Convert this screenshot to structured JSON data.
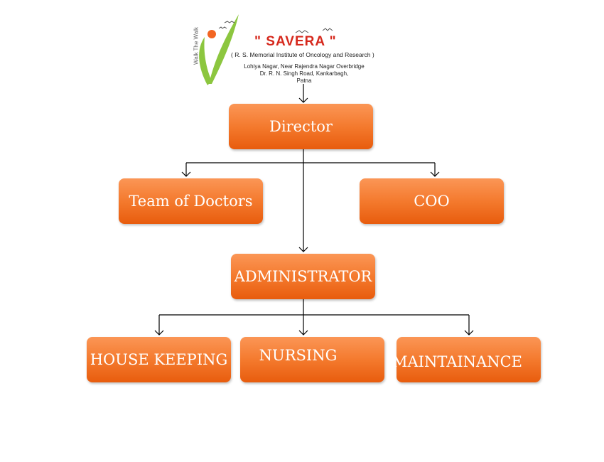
{
  "logo": {
    "brand": "\" SAVERA \"",
    "subtitle": "( R. S. Memorial Institute of Oncology and Research )",
    "address_line1": "Lohiya Nagar, Near Rajendra Nagar Overbridge",
    "address_line2": "Dr. R. N. Singh Road, Kankarbagh,",
    "address_line3": "Patna",
    "tagline": "Walk The Walk",
    "icon": "leaf-figure-icon",
    "colors": {
      "leaf": "#8cc63f",
      "head": "#f26522",
      "brand": "#d6281c"
    }
  },
  "nodes": {
    "director": "Director",
    "doctors": "Team of Doctors",
    "coo": "COO",
    "administrator": "ADMINISTRATOR",
    "housekeeping": "HOUSE KEEPING",
    "nursing": "NURSING",
    "maintenance": "MAINTAINANCE"
  },
  "style": {
    "node_color": "#f47a2e",
    "connector_color": "#000000"
  }
}
